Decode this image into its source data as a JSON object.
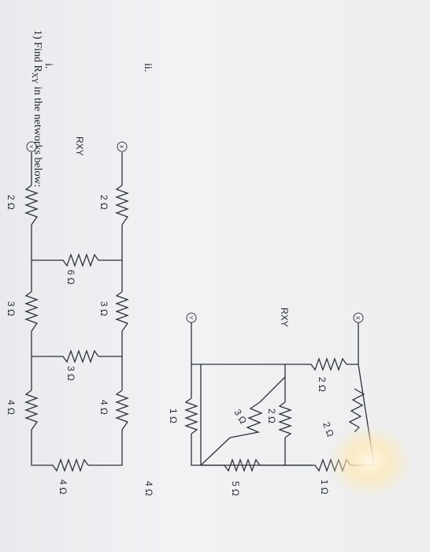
{
  "question": {
    "heading": "1) Find R",
    "heading_sub": "XY",
    "heading_rest": " in the networks below:",
    "part_i": "i.",
    "part_ii": "ii."
  },
  "circuit_i": {
    "terminal_x": "X",
    "terminal_y": "Y",
    "rxy_label": "RXY",
    "r_top_2": "2 Ω",
    "r_diag_2": "2 Ω",
    "r_right_1": "1 Ω",
    "r_inner_2": "2 Ω",
    "r_diag_3": "3 Ω",
    "r_mid_5": "5 Ω",
    "r_bottom_1": "1 Ω",
    "r_bottom_4": "4 Ω"
  },
  "circuit_ii": {
    "terminal_x": "X",
    "terminal_y": "Y",
    "rxy_label": "RXY",
    "r_x_2": "2 Ω",
    "r_y_2": "2 Ω",
    "r_shunt_6": "6 Ω",
    "r_top_3": "3 Ω",
    "r_bottom_3": "3 Ω",
    "r_shunt2_3": "3 Ω",
    "r_top_4": "4 Ω",
    "r_bottom_4": "4 Ω",
    "r_end_4": "4 Ω"
  }
}
